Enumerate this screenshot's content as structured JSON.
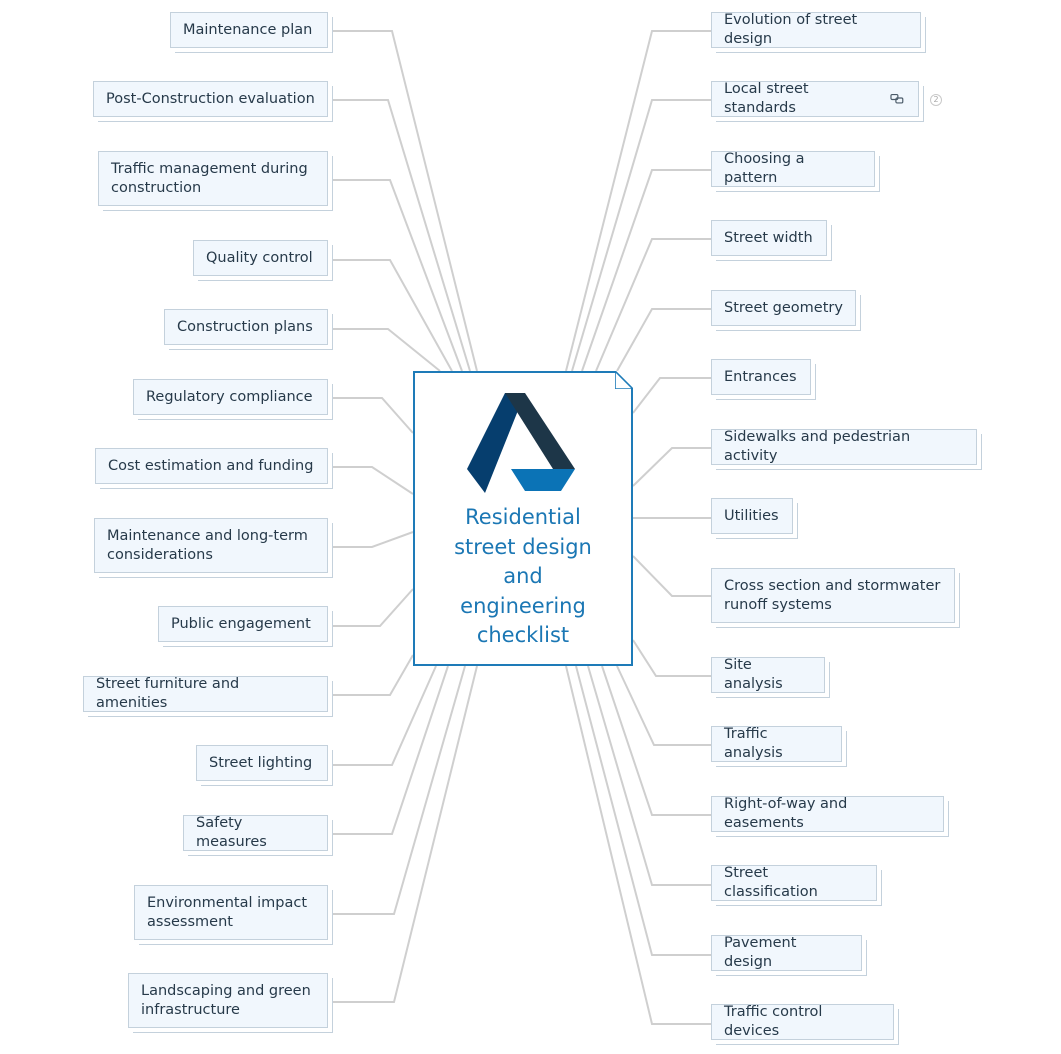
{
  "center": {
    "title": "Residential\nstreet design\nand\nengineering\nchecklist"
  },
  "left_nodes": [
    {
      "label": "Maintenance plan"
    },
    {
      "label": "Post-Construction evaluation"
    },
    {
      "label": "Traffic management during\nconstruction"
    },
    {
      "label": "Quality control"
    },
    {
      "label": "Construction plans"
    },
    {
      "label": "Regulatory compliance"
    },
    {
      "label": "Cost estimation and funding"
    },
    {
      "label": "Maintenance and long-term\nconsiderations"
    },
    {
      "label": "Public engagement"
    },
    {
      "label": "Street furniture and amenities"
    },
    {
      "label": "Street lighting"
    },
    {
      "label": "Safety measures"
    },
    {
      "label": "Environmental impact\nassessment"
    },
    {
      "label": "Landscaping and green\ninfrastructure"
    }
  ],
  "right_nodes": [
    {
      "label": "Evolution of street design"
    },
    {
      "label": "Local street standards",
      "icon": "link-icon",
      "badge": "2"
    },
    {
      "label": "Choosing a pattern"
    },
    {
      "label": "Street width"
    },
    {
      "label": "Street geometry"
    },
    {
      "label": "Entrances"
    },
    {
      "label": "Sidewalks and pedestrian activity"
    },
    {
      "label": "Utilities"
    },
    {
      "label": "Cross section and stormwater\nrunoff systems"
    },
    {
      "label": "Site analysis"
    },
    {
      "label": "Traffic analysis"
    },
    {
      "label": "Right-of-way and easements"
    },
    {
      "label": "Street classification"
    },
    {
      "label": "Pavement design"
    },
    {
      "label": "Traffic control devices"
    }
  ],
  "colors": {
    "accent": "#1b77b4",
    "logo_dark": "#063e6e",
    "logo_navy": "#1d3648",
    "connector": "#cfcfcf"
  }
}
